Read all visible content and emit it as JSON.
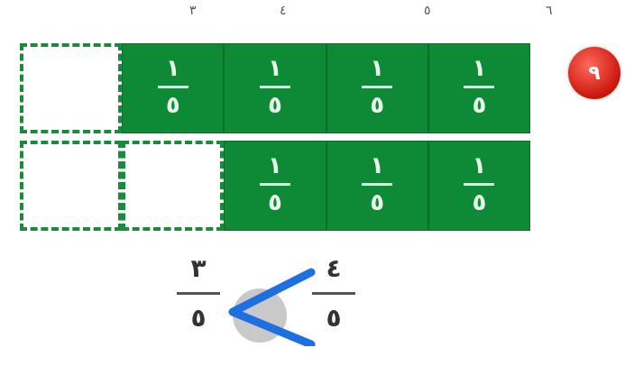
{
  "top_marks": [
    "٦",
    "٥",
    "٤",
    "٣"
  ],
  "badge": {
    "label": "٩"
  },
  "strip_row_1": {
    "total_parts": 5,
    "filled_parts": 4,
    "cells": [
      {
        "filled": false,
        "num": "",
        "den": ""
      },
      {
        "filled": true,
        "num": "١",
        "den": "٥"
      },
      {
        "filled": true,
        "num": "١",
        "den": "٥"
      },
      {
        "filled": true,
        "num": "١",
        "den": "٥"
      },
      {
        "filled": true,
        "num": "١",
        "den": "٥"
      }
    ]
  },
  "strip_row_2": {
    "total_parts": 5,
    "filled_parts": 3,
    "cells": [
      {
        "filled": false,
        "num": "",
        "den": ""
      },
      {
        "filled": false,
        "num": "",
        "den": ""
      },
      {
        "filled": true,
        "num": "١",
        "den": "٥"
      },
      {
        "filled": true,
        "num": "١",
        "den": "٥"
      },
      {
        "filled": true,
        "num": "١",
        "den": "٥"
      }
    ]
  },
  "comparison": {
    "left": {
      "num": "٣",
      "den": "٥"
    },
    "right": {
      "num": "٤",
      "den": "٥"
    },
    "sign": "<",
    "sign_color": "#1e6fe0"
  },
  "colors": {
    "filled": "#0e8a36",
    "dashed_border": "#1a8a3c",
    "badge": "#d8261b"
  }
}
